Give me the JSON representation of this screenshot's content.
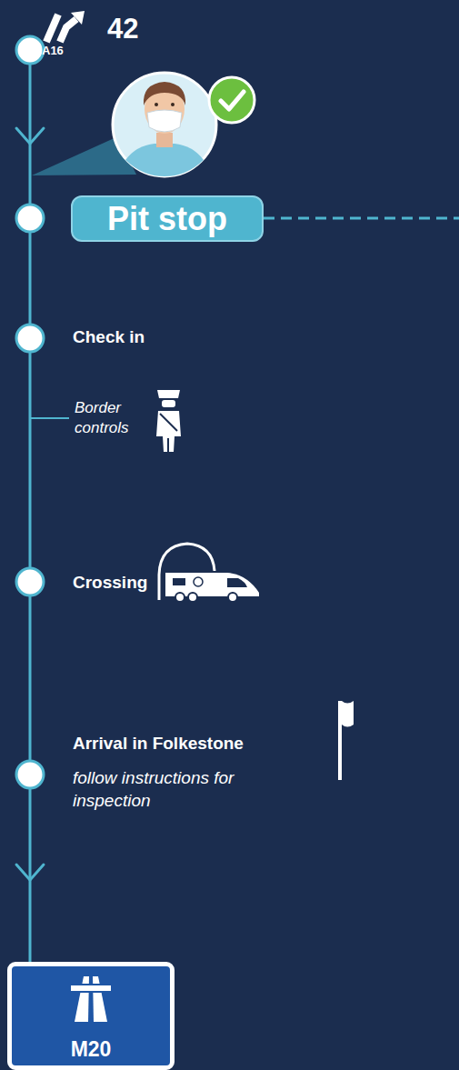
{
  "diagram": {
    "nodes": [
      {
        "text": [
          "Pit stop"
        ]
      },
      {
        "text": [
          "M20"
        ]
      }
    ],
    "labels": [
      "42",
      "A16",
      "Check in",
      "Border controls",
      "Crossing",
      "Arrival in Folkestone",
      "follow instructions for inspection"
    ]
  }
}
